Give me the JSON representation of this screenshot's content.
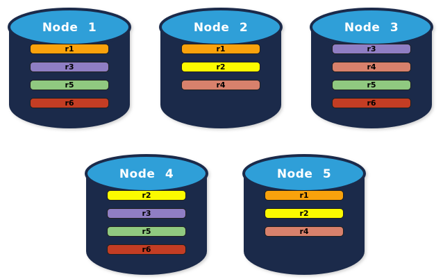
{
  "canvas": {
    "background": "#FFFFFF"
  },
  "palette": {
    "cylinder_body": "#1B2A4A",
    "cylinder_top": "#2F9FD8",
    "node_label_text": "#FFFFFF",
    "bar_text": "#000000",
    "bar_border": "#1F1F1F"
  },
  "replica_colors": {
    "r1": "#F9A20C",
    "r2": "#FBFB00",
    "r3": "#8F7EC4",
    "r4": "#D8816C",
    "r5": "#90C980",
    "r6": "#C33D24"
  },
  "nodes": [
    {
      "label": "Node 1",
      "replicas": [
        "r1",
        "r3",
        "r5",
        "r6"
      ]
    },
    {
      "label": "Node 2",
      "replicas": [
        "r1",
        "r2",
        "r4"
      ]
    },
    {
      "label": "Node 3",
      "replicas": [
        "r3",
        "r4",
        "r5",
        "r6"
      ]
    },
    {
      "label": "Node 4",
      "replicas": [
        "r2",
        "r3",
        "r5",
        "r6"
      ]
    },
    {
      "label": "Node 5",
      "replicas": [
        "r1",
        "r2",
        "r4"
      ]
    }
  ]
}
